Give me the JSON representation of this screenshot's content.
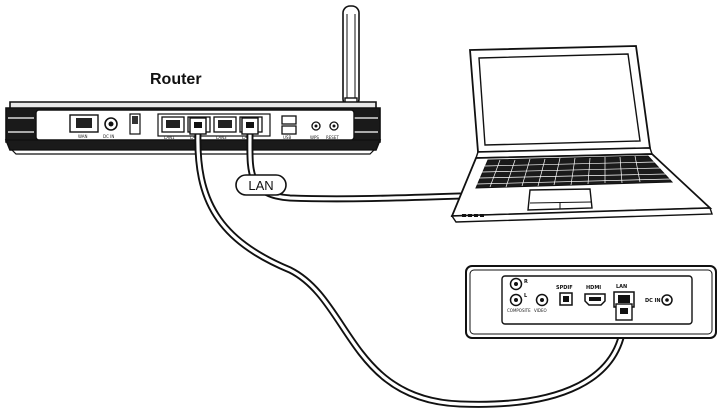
{
  "diagram": {
    "title": "Router",
    "cable_label": "LAN",
    "router_ports": {
      "wan": "WAN",
      "power": "DC IN",
      "lan1": "LAN1",
      "lan2": "LAN2",
      "lan3": "LAN3",
      "lan4": "LAN4",
      "usb": "USB",
      "wps": "WPS",
      "reset": "RESET"
    },
    "player_ports": {
      "audio_right": "R",
      "audio_left": "L",
      "composite": "COMPOSITE",
      "video": "VIDEO",
      "spdif": "SPDIF",
      "hdmi": "HDMI",
      "lan": "LAN",
      "dc_in": "DC IN"
    }
  }
}
